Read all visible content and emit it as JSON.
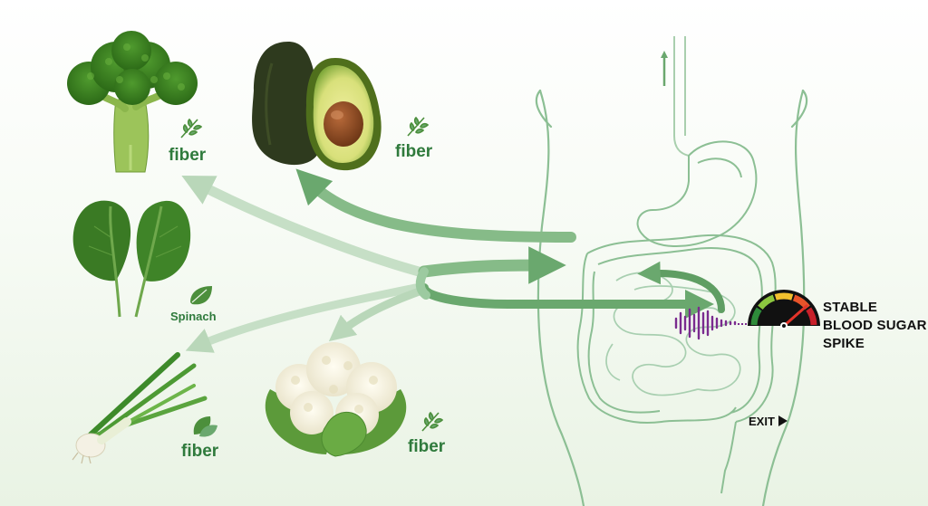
{
  "labels": {
    "broccoli": "fiber",
    "avocado": "fiber",
    "spinach": "Spinach",
    "scallion": "fiber",
    "cauliflower": "fiber"
  },
  "gauge": {
    "line1": "STABLE",
    "line2": "BLOOD SUGAR",
    "line3": "SPIKE",
    "colors": [
      "#2e8b3a",
      "#8cc63f",
      "#f2c12e",
      "#e8542a",
      "#c8202a"
    ]
  },
  "exit": {
    "label": "EXIT"
  },
  "icons": [
    "wheat-icon",
    "leaf-icon",
    "gauge-icon",
    "play-triangle-icon"
  ],
  "palette": {
    "accent": "#2f7a3c",
    "arrow": "#6aa86e",
    "outline": "#7fb389",
    "waveform": "#7a2b8f"
  }
}
